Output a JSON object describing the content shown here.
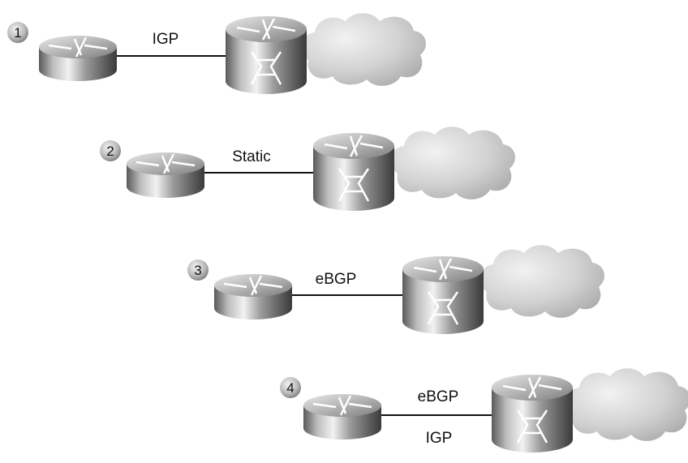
{
  "scenarios": [
    {
      "number": "1",
      "links": [
        "IGP"
      ]
    },
    {
      "number": "2",
      "links": [
        "Static"
      ]
    },
    {
      "number": "3",
      "links": [
        "eBGP"
      ]
    },
    {
      "number": "4",
      "links": [
        "eBGP",
        "IGP"
      ]
    }
  ],
  "icons": {
    "router": "router-icon",
    "switch": "layer3-switch-icon",
    "cloud": "cloud-icon"
  }
}
